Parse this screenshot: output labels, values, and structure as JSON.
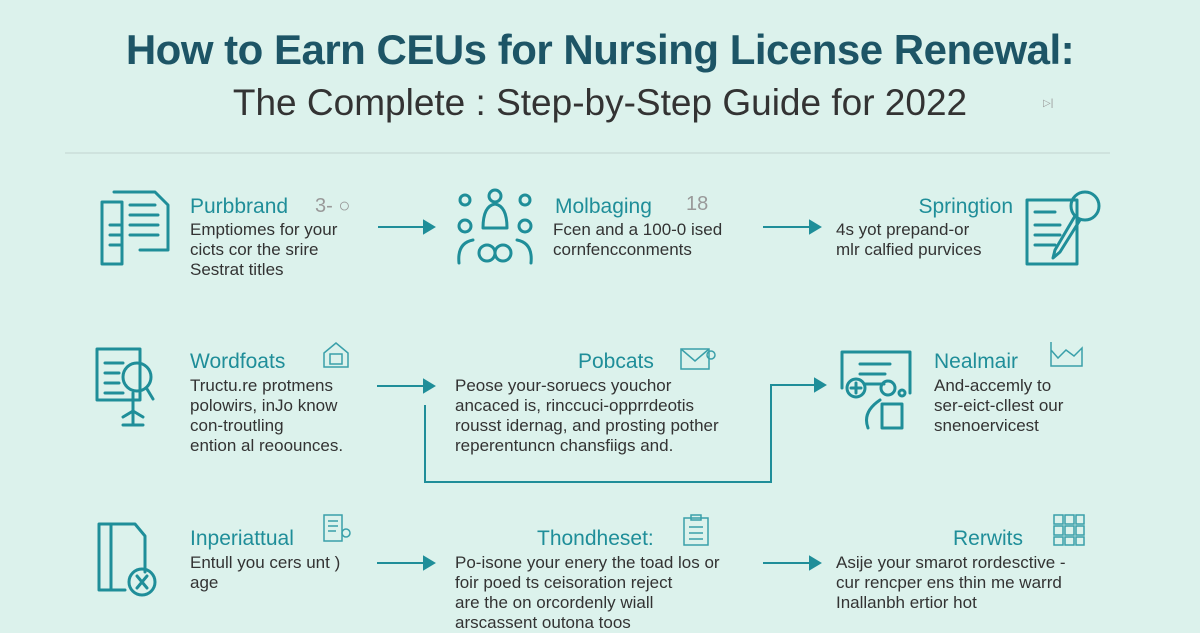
{
  "header": {
    "title": "How to Earn CEUs for Nursing License Renewal:",
    "subtitle": "The Complete : Step-by-Step Guide for 2022",
    "subtitle_mark": "▷|"
  },
  "colors": {
    "background": "#dcf2ec",
    "title": "#1d5566",
    "accent": "#1f8e99",
    "text": "#333333"
  },
  "steps": [
    {
      "title": "Purbbrand",
      "number": "3- ○",
      "icon": "documents-icon",
      "lines": [
        "Emptiomes for your",
        "cicts cor the srire",
        "Sestrat titles"
      ]
    },
    {
      "title": "Molbaging",
      "number": "18",
      "icon": "group-people-icon",
      "lines": [
        "Fcen and a 100-0 ised",
        "cornfencconments"
      ]
    },
    {
      "title": "Springtion",
      "icon": "form-magnifier-icon",
      "lines": [
        "4s yot prepand-or",
        "mlr calfied purvices"
      ]
    },
    {
      "title": "Wordfoats",
      "icon": "certificate-icon",
      "small_icon": "house-icon",
      "lines": [
        "Tructu.re protmens",
        "polowirs, inJo know",
        "con-troutling",
        "ention al reoounces."
      ]
    },
    {
      "title": "Pobcats",
      "small_icon": "envelope-icon",
      "lines": [
        "Peose your-soruecs youchor",
        "ancaced is, rinccuci-opprrdeotis",
        "rousst idernag, and prosting pother",
        "reperentuncn chansfiigs and."
      ]
    },
    {
      "title": "Nealmair",
      "icon": "clinician-chart-icon",
      "small_icon": "line-chart-icon",
      "lines": [
        "And-accemly to",
        "ser-eict-cllest our",
        "snenoervicest"
      ]
    },
    {
      "title": "Inperiattual",
      "icon": "book-x-icon",
      "small_icon": "document-person-icon",
      "lines": [
        "Entull you cers unt )",
        "age"
      ]
    },
    {
      "title": "Thondheset:",
      "small_icon": "clipboard-icon",
      "lines": [
        "Po-isone your enery the toad los or",
        "foir poed ts ceisoration reject",
        "are the on orcordenly wiall",
        "arscassent outona toos"
      ]
    },
    {
      "title": "Rerwits",
      "small_icon": "grid-icon",
      "lines": [
        "Asije your smarot rordesctive -",
        "cur rencper ens thin me warrd",
        "Inallanbh ertior hot"
      ]
    }
  ]
}
